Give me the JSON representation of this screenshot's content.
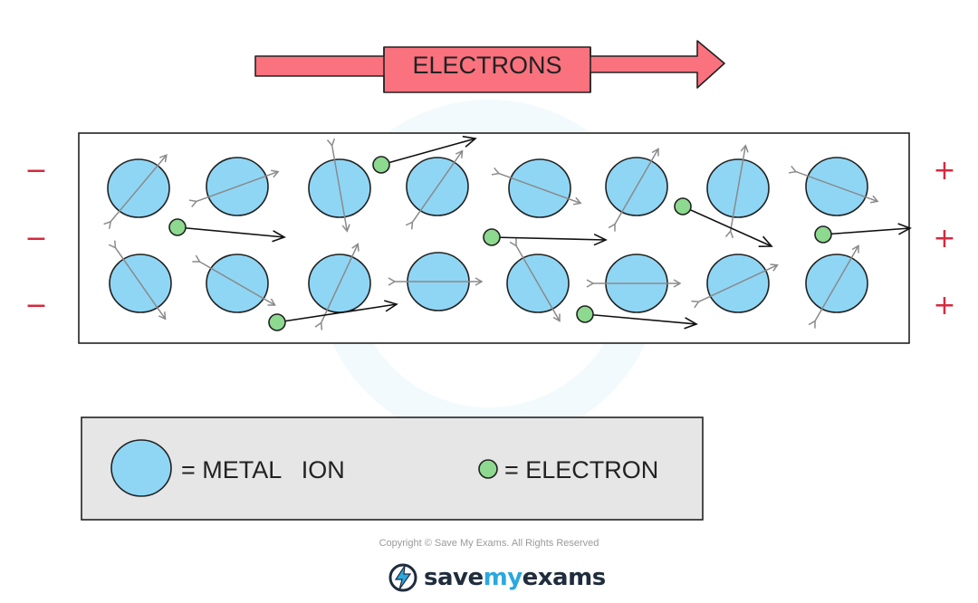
{
  "arrow_label": "ELECTRONS",
  "left_signs": [
    "−",
    "−",
    "−"
  ],
  "right_signs": [
    "+",
    "+",
    "+"
  ],
  "legend": {
    "ion_label": "= METAL   ION",
    "electron_label": "= ELECTRON"
  },
  "footer": {
    "copyright": "Copyright © Save My Exams. All Rights Reserved",
    "brand_save": "save",
    "brand_my": "my",
    "brand_exams": "exams"
  },
  "colors": {
    "arrow_fill": "#f9727e",
    "ion_fill": "#8fd6f5",
    "electron_fill": "#8dd98f",
    "sign_color": "#d8283e",
    "legend_bg": "#e6e6e6"
  }
}
